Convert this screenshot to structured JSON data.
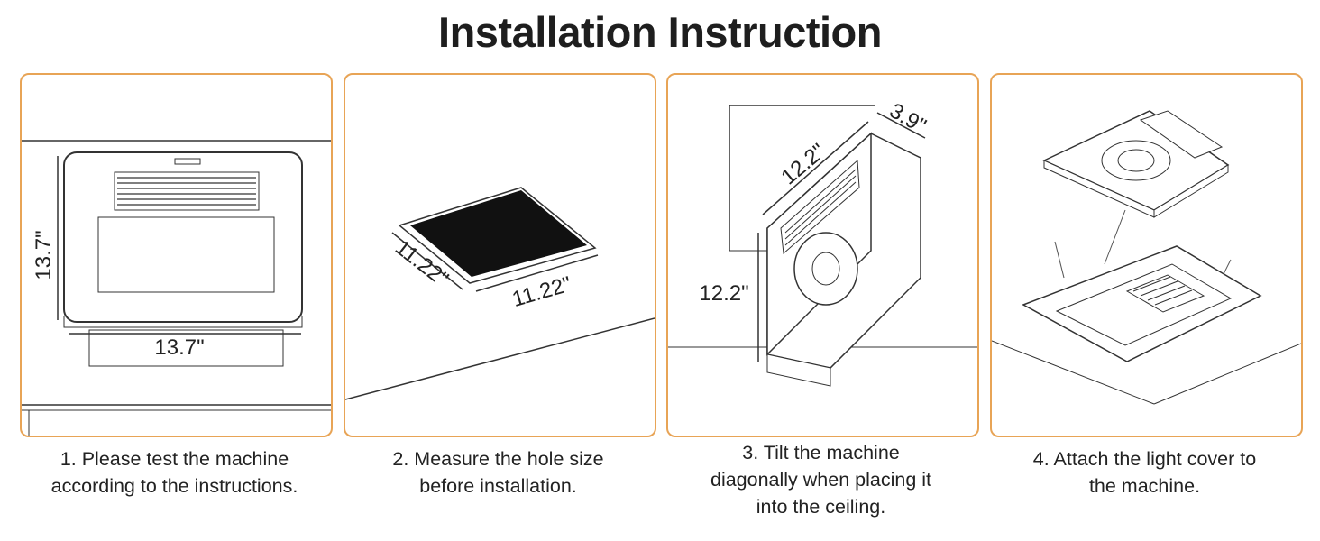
{
  "title": "Installation Instruction",
  "accent_color": "#e8a456",
  "steps": [
    {
      "caption_line1": "1. Please test the machine",
      "caption_line2": "according to the instructions.",
      "dims": {
        "height": "13.7\"",
        "width": "13.7\""
      }
    },
    {
      "caption_line1": "2. Measure the hole size",
      "caption_line2": "before installation.",
      "dims": {
        "left": "11.22\"",
        "right": "11.22\""
      }
    },
    {
      "caption_line1": "3. Tilt the machine",
      "caption_line2": "diagonally when placing it",
      "caption_line3": "into the ceiling.",
      "dims": {
        "length": "12.2\"",
        "depth": "3.9\"",
        "height": "12.2\""
      }
    },
    {
      "caption_line1": "4. Attach the light cover to",
      "caption_line2": "the machine."
    }
  ]
}
